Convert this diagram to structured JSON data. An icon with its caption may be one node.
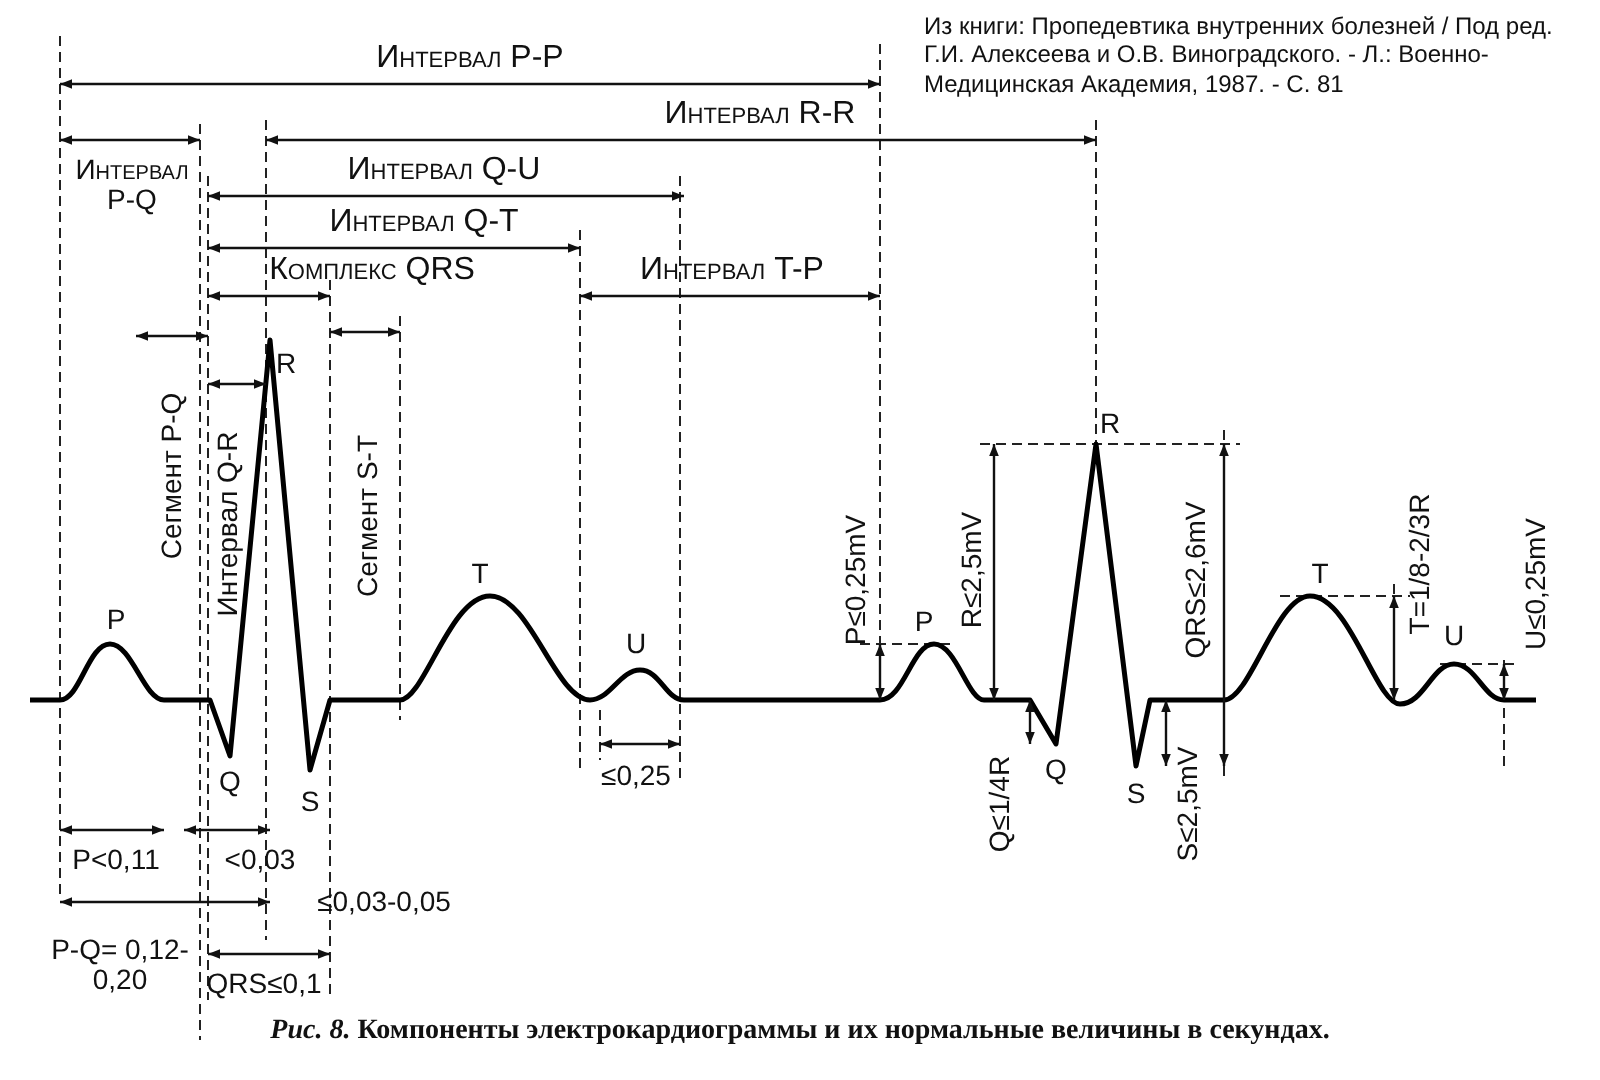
{
  "diagram": {
    "caption": "*Рис. 8.* Компоненты электрокардиограммы и их нормальные величины в секундах.",
    "labels": [
      "Из книги: Пропедевтика внутренних болезней / Под ред. Г.И. Алексеева и О.В. Виноградского. - Л.: Военно-Медицинская Академия, 1987. - С. 81",
      "Интервал P-P",
      "Интервал R-R",
      "Интервал P-Q",
      "Интервал Q-U",
      "Интервал Q-T",
      "Комплекс QRS",
      "Интервал T-P",
      "Сегмент P-Q",
      "Интервал Q-R",
      "R",
      "Сегмент S-T",
      "T",
      "P",
      "U",
      "P≤0,25mV",
      "R≤2,5mV",
      "R",
      "QRS≤2,6mV",
      "T",
      "T=1/8-2/3R",
      "P",
      "U",
      "U≤0,25mV",
      "Q",
      "S",
      "≤0,25",
      "Q≤1/4R",
      "Q",
      "S",
      "S≤2,5mV",
      "P<0,11",
      "<0,03",
      "≤0,03-0,05",
      "P-Q= 0,12-0,20",
      "QRS≤0,1"
    ]
  }
}
